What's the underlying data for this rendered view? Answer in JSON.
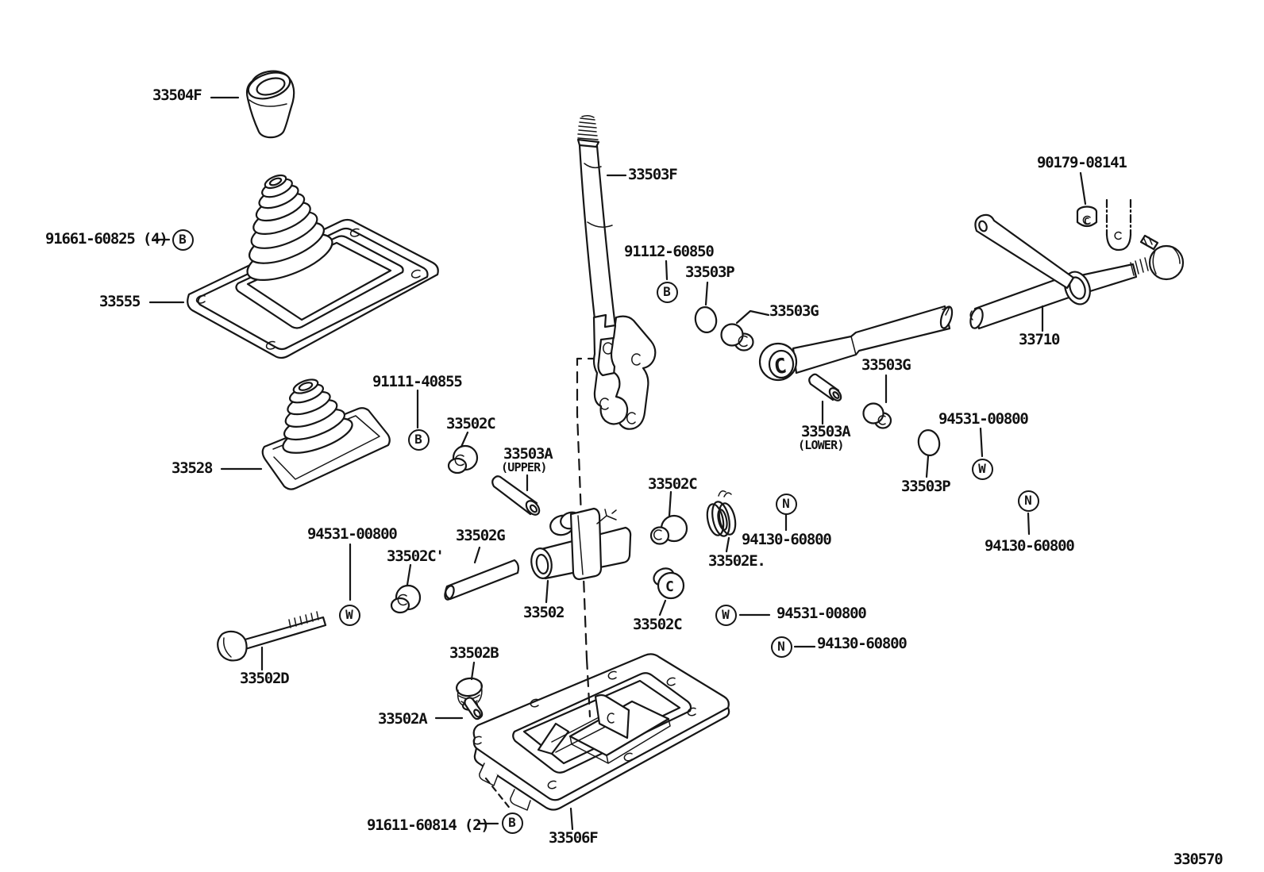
{
  "figure": {
    "code": "330570"
  },
  "labels": {
    "knob": "33504F",
    "screw_91661": "91661-60825 (4)",
    "boot_plate_upper": "33555",
    "boot_lower": "33528",
    "bolt_91111": "91111-40855",
    "washer_33502c_top": "33502C",
    "pin_upper_code": "33503A",
    "pin_upper_pos": "(UPPER)",
    "shift_lever": "33503F",
    "bolt_91112": "91112-60850",
    "seal_33503p_left": "33503P",
    "bushing_33503g_left": "33503G",
    "bushing_33503g_right": "33503G",
    "pin_lower_code": "33503A",
    "pin_lower_pos": "(LOWER)",
    "nut_90179": "90179-08141",
    "control_rod": "33710",
    "washer_94531_right": "94531-00800",
    "seal_33503p_right": "33503P",
    "nut_94130_right": "94130-60800",
    "nut_94130_center": "94130-60800",
    "spring_33502e": "33502E.",
    "washer_33502c_mid": "33502C",
    "washer_33502c_bottom": "33502C",
    "washer_94531_bottom": "94531-00800",
    "nut_94130_bottom": "94130-60800",
    "washer_94531_left": "94531-00800",
    "washer_33502c_left": "33502C'",
    "rod_33502g": "33502G",
    "selecting_lever": "33502",
    "bolt_33502d": "33502D",
    "cushion_33502b": "33502B",
    "pin_33502a": "33502A",
    "screw_91611": "91611-60814 (2)",
    "lever_retainer": "33506F"
  },
  "markers": {
    "bolt_b": "B",
    "washer_w": "W",
    "nut_n": "N",
    "clip_c": "C"
  }
}
